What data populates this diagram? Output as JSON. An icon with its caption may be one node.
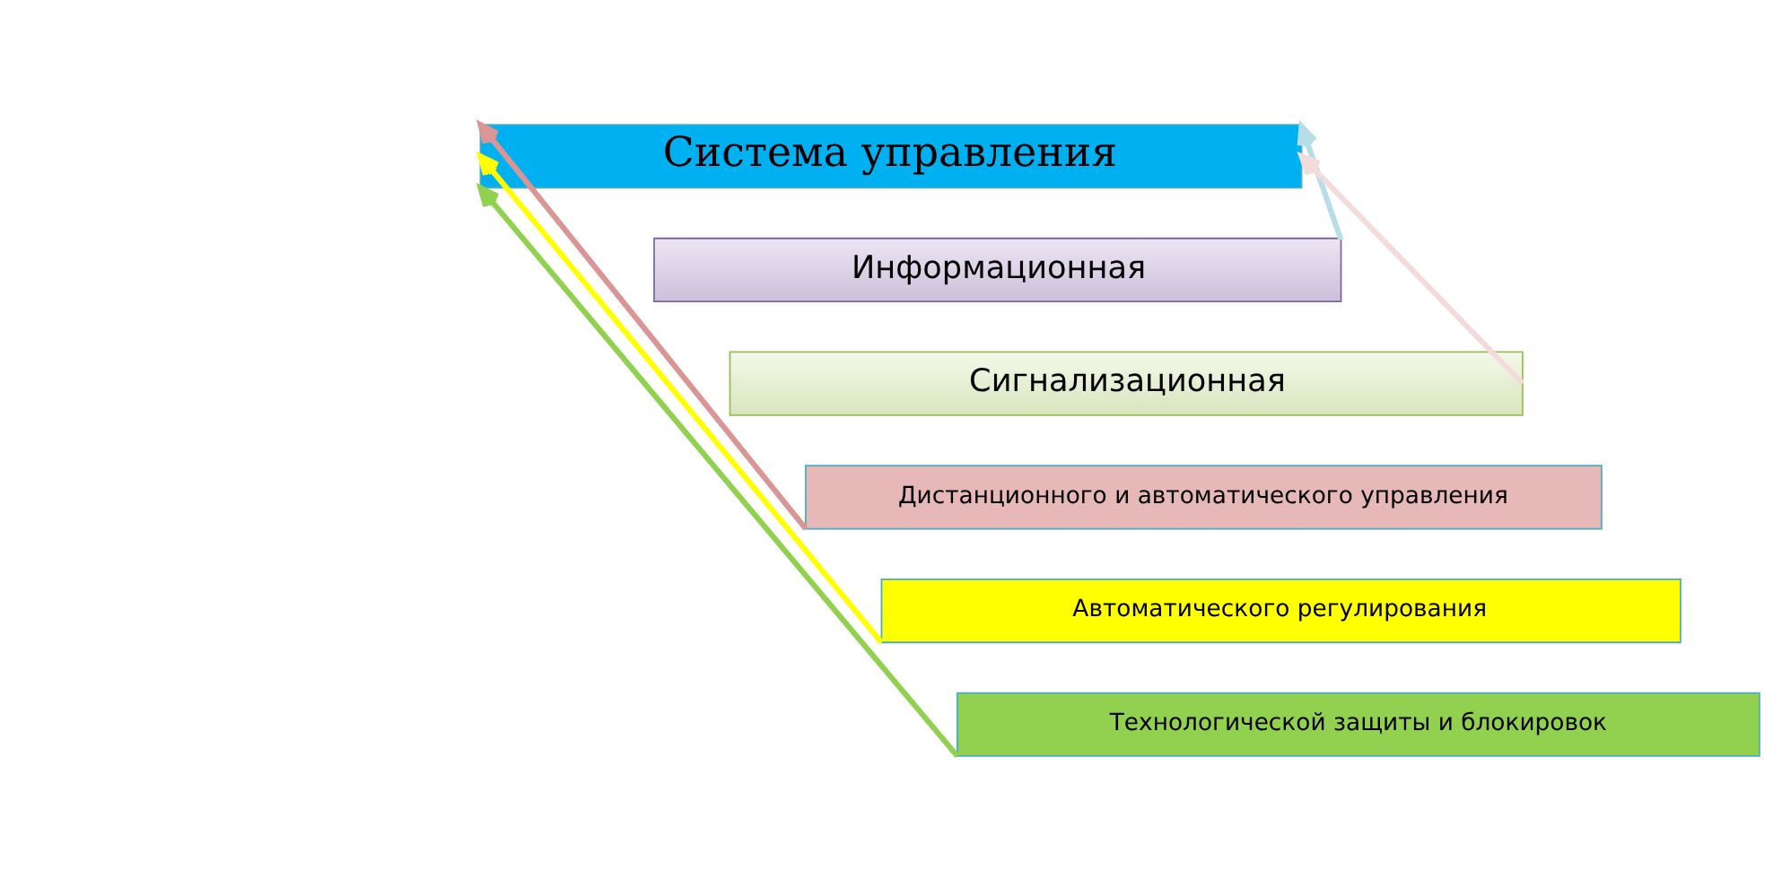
{
  "diagram": {
    "nodes": [
      {
        "text": [
          "Система управления"
        ]
      },
      {
        "text": [
          "Информационная"
        ]
      },
      {
        "text": [
          "Сигнализационная"
        ]
      },
      {
        "text": [
          "Дистанционного и автоматического управления"
        ]
      },
      {
        "text": [
          "Автоматического регулирования"
        ]
      },
      {
        "text": [
          "Технологической защиты и блокировок"
        ]
      }
    ],
    "edges": [
      {
        "from": 1,
        "to": 0,
        "arrow": "to",
        "color": "#b7dde8"
      },
      {
        "from": 2,
        "to": 0,
        "arrow": "to",
        "color": "#f2dcdb"
      },
      {
        "from": 3,
        "to": 0,
        "arrow": "to",
        "color": "#d99694"
      },
      {
        "from": 4,
        "to": 0,
        "arrow": "to",
        "color": "#ffff00"
      },
      {
        "from": 5,
        "to": 0,
        "arrow": "to",
        "color": "#92d050"
      }
    ]
  }
}
